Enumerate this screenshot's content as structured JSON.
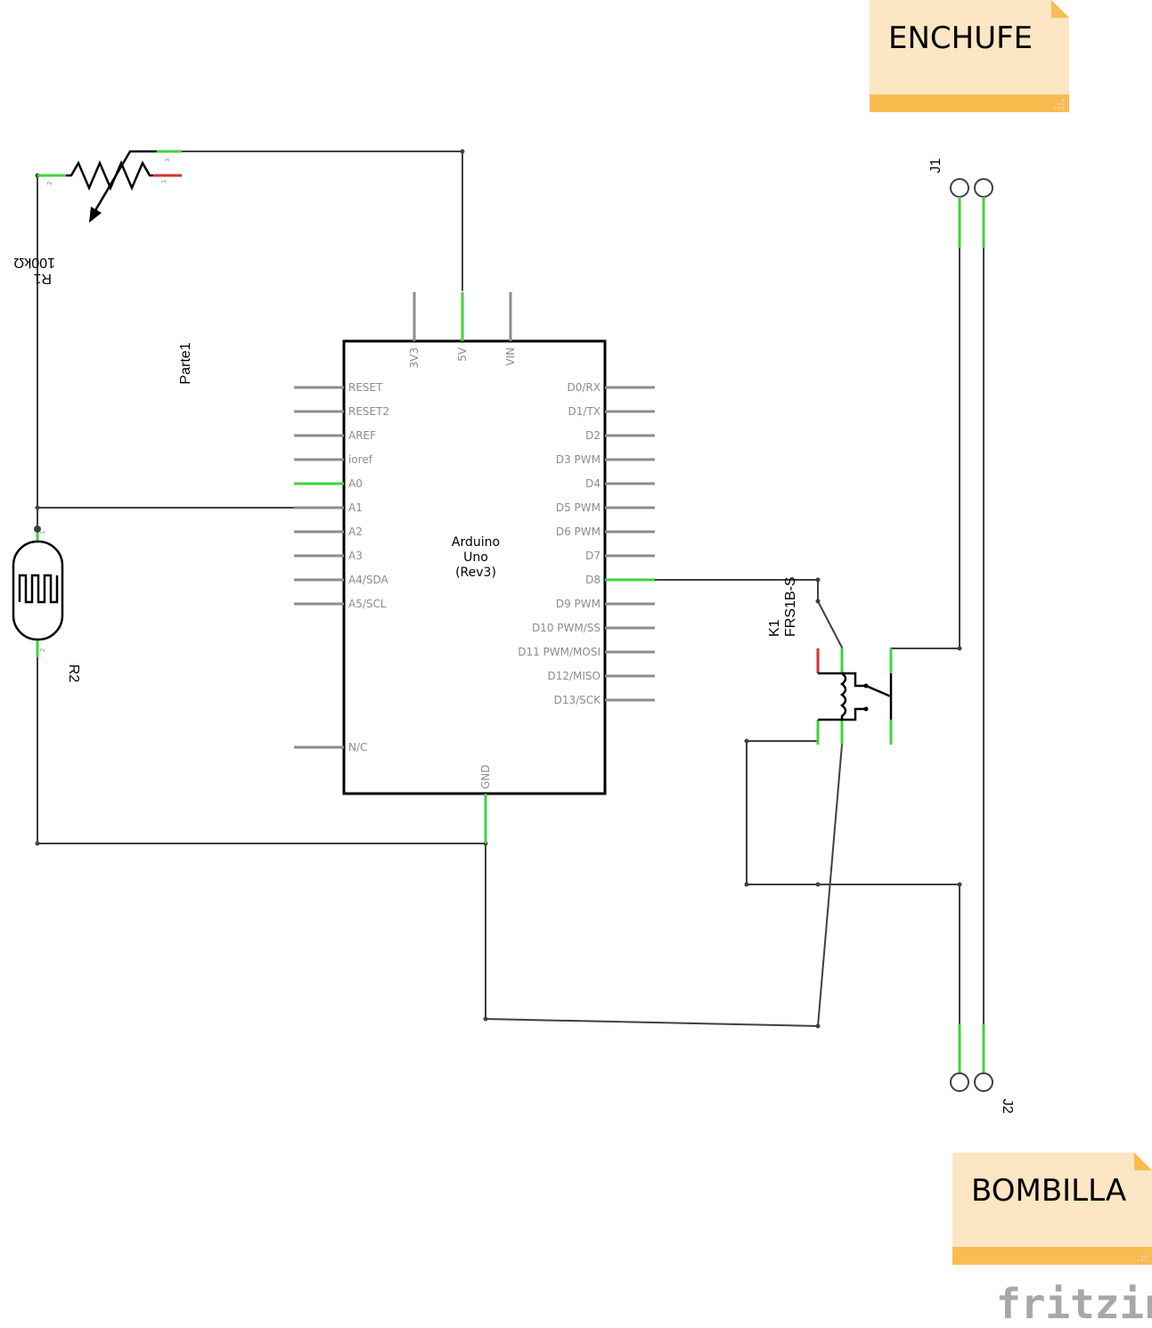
{
  "colors": {
    "wire": "#404040",
    "pin": "#8c8c8c",
    "pin_connected": "#3fd33f",
    "pin_unconnected": "#d63333",
    "note_fill": "#fde6c4",
    "note_bar": "#f9bc51",
    "brand": "#a8a8a8"
  },
  "notes": {
    "enchufe": "ENCHUFE",
    "bombilla": "BOMBILLA"
  },
  "arduino": {
    "part_label": "Parte1",
    "title_line1": "Arduino",
    "title_line2": "Uno",
    "title_line3": "(Rev3)",
    "top_pins": [
      "3V3",
      "5V",
      "VIN"
    ],
    "left_pins": [
      "RESET",
      "RESET2",
      "AREF",
      "ioref",
      "A0",
      "A1",
      "A2",
      "A3",
      "A4/SDA",
      "A5/SCL"
    ],
    "left_nc": "N/C",
    "right_pins": [
      "D0/RX",
      "D1/TX",
      "D2",
      "D3 PWM",
      "D4",
      "D5 PWM",
      "D6 PWM",
      "D7",
      "D8",
      "D9 PWM",
      "D10 PWM/SS",
      "D11 PWM/MOSI",
      "D12/MISO",
      "D13/SCK"
    ],
    "bottom_pin": "GND"
  },
  "potentiometer": {
    "ref": "R1",
    "value": "100kΩ",
    "pin1": "1",
    "pin2": "2",
    "pin3": "3"
  },
  "photocell": {
    "ref": "R2",
    "pin1": "1",
    "pin2": "2"
  },
  "relay": {
    "ref": "K1",
    "model": "FRS1B-S"
  },
  "connectors": {
    "j1": "J1",
    "j2": "J2"
  },
  "brand": "fritzing"
}
